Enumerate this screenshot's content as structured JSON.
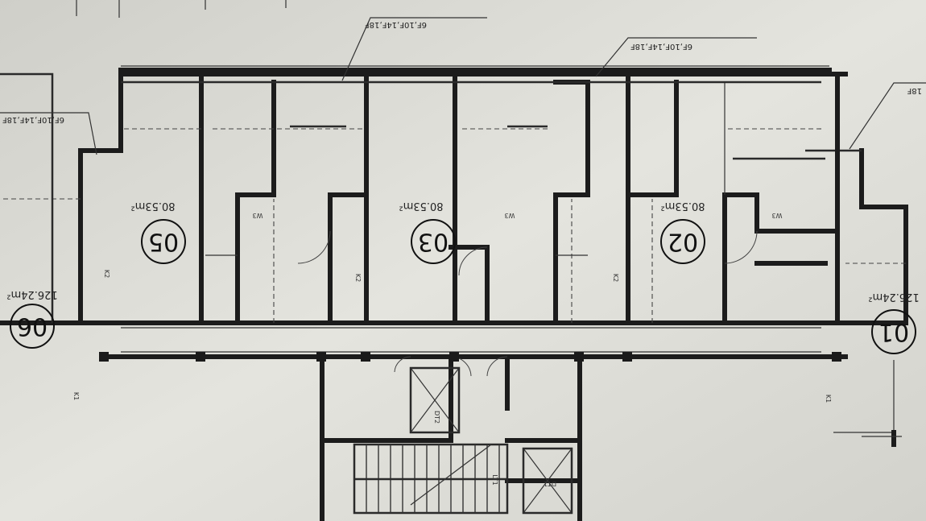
{
  "units": [
    {
      "id": "unit-01",
      "number": "01",
      "area": "126.24m²"
    },
    {
      "id": "unit-02",
      "number": "02",
      "area": "80.53m²"
    },
    {
      "id": "unit-03",
      "number": "03",
      "area": "80.53m²"
    },
    {
      "id": "unit-05",
      "number": "05",
      "area": "80.53m²"
    },
    {
      "id": "unit-06",
      "number": "06",
      "area": "126.24m²"
    }
  ],
  "callouts": {
    "floors_a": "6F,10F,14F,18F",
    "floors_b": "6F,10F,14F,18F",
    "floors_c": "6F,10F,14F,18F",
    "floors_d": "18F"
  },
  "markers": {
    "kitchen": "K2",
    "kitchen_alt": "K1",
    "bath": "W3",
    "lift_1": "LT1",
    "lift_2": "DT2",
    "lift_3": "DT1"
  }
}
